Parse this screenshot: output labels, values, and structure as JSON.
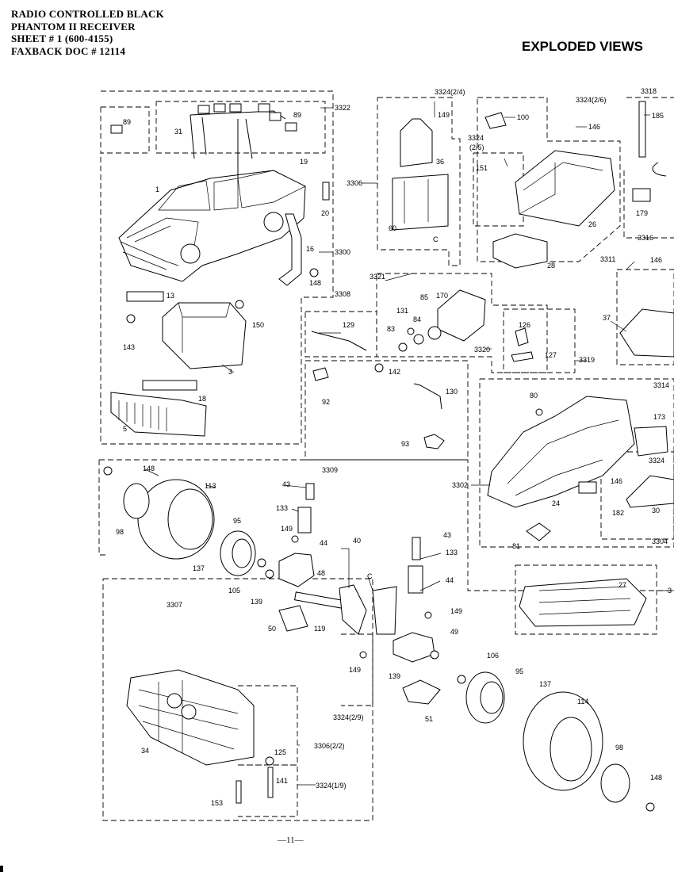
{
  "header": {
    "line1": "RADIO CONTROLLED BLACK",
    "line2": "PHANTOM II RECEIVER",
    "line3": "SHEET # 1  (600-4155)",
    "line4": "FAXBACK DOC # 12114"
  },
  "section_title": "EXPLODED VIEWS",
  "page_number": "11",
  "callouts": {
    "c89a": "89",
    "c89b": "89",
    "c31": "31",
    "c19": "19",
    "c1": "1",
    "c20": "20",
    "c16": "16",
    "c148a": "148",
    "c13": "13",
    "c143": "143",
    "c150": "150",
    "c3": "3",
    "c18": "18",
    "c5": "5",
    "c3322": "3322",
    "c3300": "3300",
    "c3306": "3306",
    "c3324_24": "3324(2/4)",
    "c149a": "149",
    "c36": "36",
    "c60": "60",
    "cC1": "C",
    "c100": "100",
    "c3324_25": "3324\n(2/5)",
    "c3324_26": "3324(2/6)",
    "c146a": "146",
    "c151": "151",
    "c26": "26",
    "c28": "28",
    "c3311": "3311",
    "c3318": "3318",
    "c185": "185",
    "c179": "179",
    "c3316": "3316",
    "c146b": "146",
    "c37": "37",
    "c3321": "3321",
    "c3308": "3308",
    "c129": "129",
    "c131": "131",
    "c85": "85",
    "c170": "170",
    "c83": "83",
    "c84": "84",
    "c142": "142",
    "c92": "92",
    "c130": "130",
    "c93": "93",
    "c3309": "3309",
    "c126": "126",
    "c127": "127",
    "c3320": "3320",
    "c3319": "3319",
    "c80": "80",
    "c3314": "3314",
    "c173": "173",
    "c3324b": "3324",
    "c3302": "3302",
    "c24": "24",
    "c146c": "146",
    "c182": "182",
    "c30": "30",
    "c81": "81",
    "c3304": "3304",
    "c27": "27",
    "c3_right": "3",
    "c148b": "148",
    "c113": "113",
    "c98a": "98",
    "c43a": "43",
    "c133a": "133",
    "c95a": "95",
    "c149b": "149",
    "c44a": "44",
    "c137a": "137",
    "c105": "105",
    "c139a": "139",
    "c48": "48",
    "c40": "40",
    "cC2": "C",
    "c43b": "43",
    "c133b": "133",
    "c44b": "44",
    "c149c": "149",
    "c49": "49",
    "c50": "50",
    "c119": "119",
    "c3307": "3307",
    "c149d": "149",
    "c139b": "139",
    "c106": "106",
    "c95b": "95",
    "c137b": "137",
    "c51": "51",
    "c114": "114",
    "c34": "34",
    "c3324_29": "3324(2/9)",
    "c3306_22": "3306(2/2)",
    "c125": "125",
    "c141": "141",
    "c3324_19": "3324(1/9)",
    "c153": "153",
    "c98b": "98",
    "c148c": "148"
  }
}
